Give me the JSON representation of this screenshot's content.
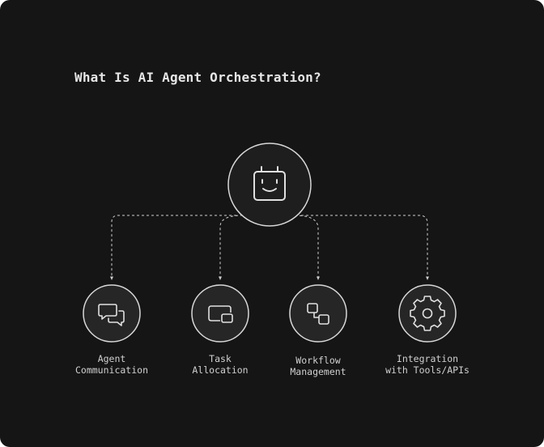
{
  "title": "What Is AI Agent Orchestration?",
  "colors": {
    "background": "#151515",
    "node_fill": "#262626",
    "node_stroke": "#d8d8d8",
    "connector": "#cfcfcf",
    "text": "#e6e6e6"
  },
  "hub": {
    "icon": "robot-face-icon"
  },
  "nodes": [
    {
      "icon": "chat-bubbles-icon",
      "label_line1": "Agent",
      "label_line2": "Communication"
    },
    {
      "icon": "task-allocation-icon",
      "label_line1": "Task",
      "label_line2": "Allocation"
    },
    {
      "icon": "workflow-icon",
      "label_line1": "Workflow",
      "label_line2": "Management"
    },
    {
      "icon": "gear-icon",
      "label_line1": "Integration",
      "label_line2": "with Tools/APIs"
    }
  ]
}
